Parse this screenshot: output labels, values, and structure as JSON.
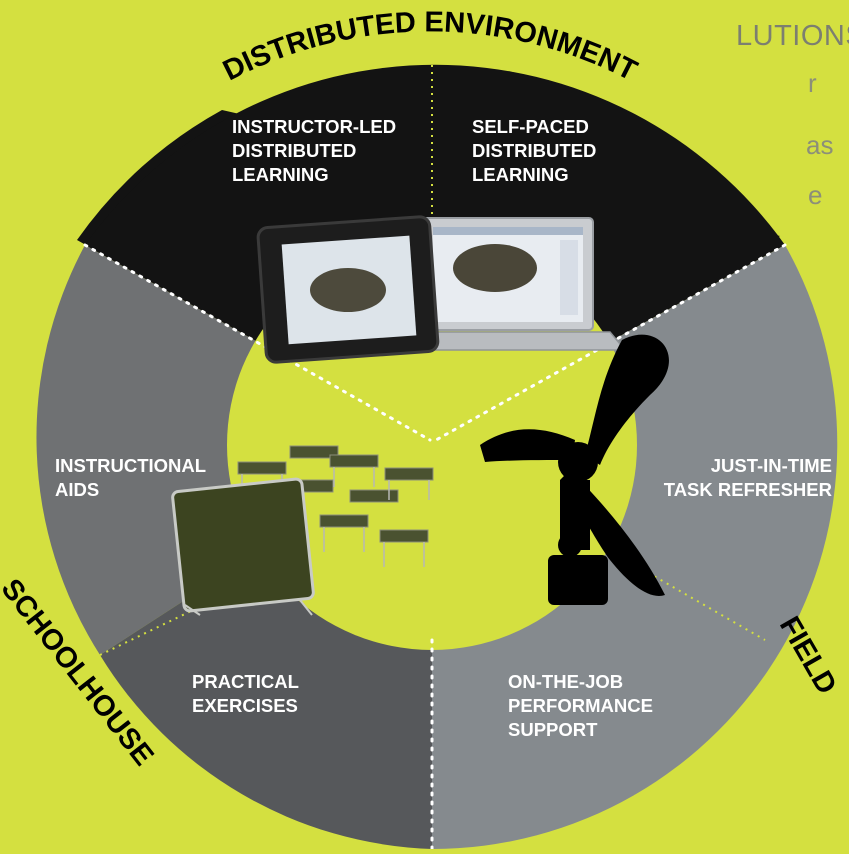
{
  "header_fragments": {
    "title": "LUTIONS",
    "line1": "r",
    "line2": "as",
    "line3": "e"
  },
  "rings": {
    "distributed_environment": "DISTRIBUTED ENVIRONMENT",
    "schoolhouse": "SCHOOLHOUSE",
    "field": "FIELD"
  },
  "segments": {
    "instructor_led": "INSTRUCTOR-LED DISTRIBUTED LEARNING",
    "self_paced": "SELF-PACED DISTRIBUTED LEARNING",
    "instructional_aids": "INSTRUCTIONAL AIDS",
    "just_in_time": "JUST-IN-TIME TASK REFRESHER",
    "practical_exercises": "PRACTICAL EXERCISES",
    "on_the_job": "ON-THE-JOB PERFORMANCE SUPPORT"
  },
  "colors": {
    "background": "#d4e040",
    "distributed": "#131313",
    "schoolhouse_upper": "#6f7173",
    "schoolhouse_lower": "#56585b",
    "field": "#858a8e",
    "label": "#ffffff"
  },
  "images": {
    "tablet": "rugged-tablet-image",
    "laptop": "laptop-image",
    "classroom": "classroom-desks-image",
    "field": "aircraft-propeller-maintenance-image"
  }
}
